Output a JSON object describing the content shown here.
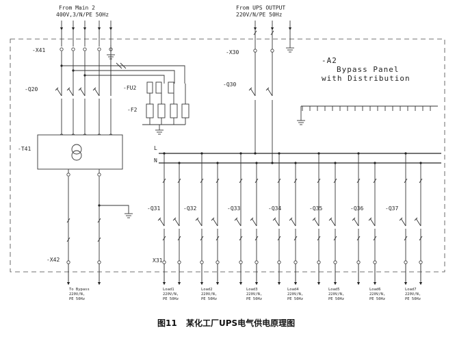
{
  "sources": {
    "main2": {
      "line1": "From Main 2",
      "line2": "400V,3/N/PE 50Hz"
    },
    "ups": {
      "line1": "From UPS OUTPUT",
      "line2": "220V/N/PE 50Hz"
    }
  },
  "panel": {
    "tag": "-A2",
    "title1": "Bypass Panel",
    "title2": "with Distribution"
  },
  "labels": {
    "x41": "-X41",
    "q20": "-Q20",
    "fu2": "-FU2",
    "f2": "-F2",
    "t41": "-T41",
    "x42": "-X42",
    "x30": "-X30",
    "q30": "-Q30",
    "x31": "X31",
    "bus_l": "L",
    "bus_n": "N"
  },
  "breakers": [
    "-Q31",
    "-Q32",
    "-Q33",
    "-Q34",
    "-Q35",
    "-Q36",
    "-Q37"
  ],
  "outputs": [
    {
      "name": "To Bypass",
      "spec": "220V/N,",
      "extra": "PE 50Hz"
    },
    {
      "name": "Load1",
      "spec": "220V/N,",
      "extra": "PE 50Hz"
    },
    {
      "name": "Load2",
      "spec": "220V/N,",
      "extra": "PE 50Hz"
    },
    {
      "name": "Load3",
      "spec": "220V/N,",
      "extra": "PE 50Hz"
    },
    {
      "name": "Load4",
      "spec": "220V/N,",
      "extra": "PE 50Hz"
    },
    {
      "name": "Load5",
      "spec": "220V/N,",
      "extra": "PE 50Hz"
    },
    {
      "name": "Load6",
      "spec": "220V/N,",
      "extra": "PE 50Hz"
    },
    {
      "name": "Load7",
      "spec": "220V/N,",
      "extra": "PE 50Hz"
    }
  ],
  "caption": {
    "figure": "图11",
    "text": "某化工厂UPS电气供电原理图"
  }
}
